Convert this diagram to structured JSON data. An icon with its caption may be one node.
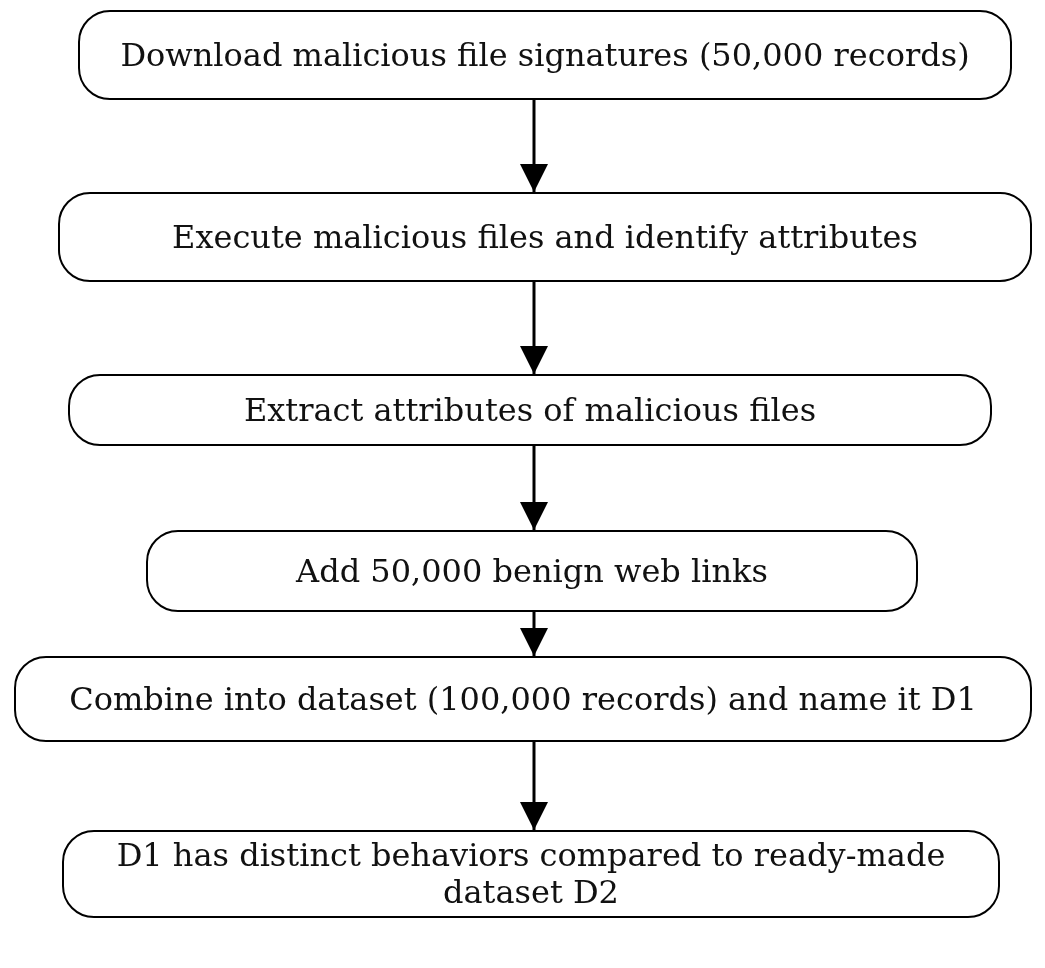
{
  "diagram": {
    "nodes": [
      {
        "text": [
          "Download malicious file signatures (50,000 records)"
        ]
      },
      {
        "text": [
          "Execute malicious files and identify attributes"
        ]
      },
      {
        "text": [
          "Extract attributes of malicious files"
        ]
      },
      {
        "text": [
          "Add 50,000 benign web links"
        ]
      },
      {
        "text": [
          "Combine into dataset (100,000 records) and name it D1"
        ]
      },
      {
        "text": [
          "D1 has distinct behaviors compared to ready-made dataset D2"
        ]
      }
    ],
    "edges": [
      {
        "from": 0,
        "to": 1,
        "arrow": "to"
      },
      {
        "from": 1,
        "to": 2,
        "arrow": "to"
      },
      {
        "from": 2,
        "to": 3,
        "arrow": "to"
      },
      {
        "from": 3,
        "to": 4,
        "arrow": "to"
      },
      {
        "from": 4,
        "to": 5,
        "arrow": "to"
      }
    ]
  }
}
